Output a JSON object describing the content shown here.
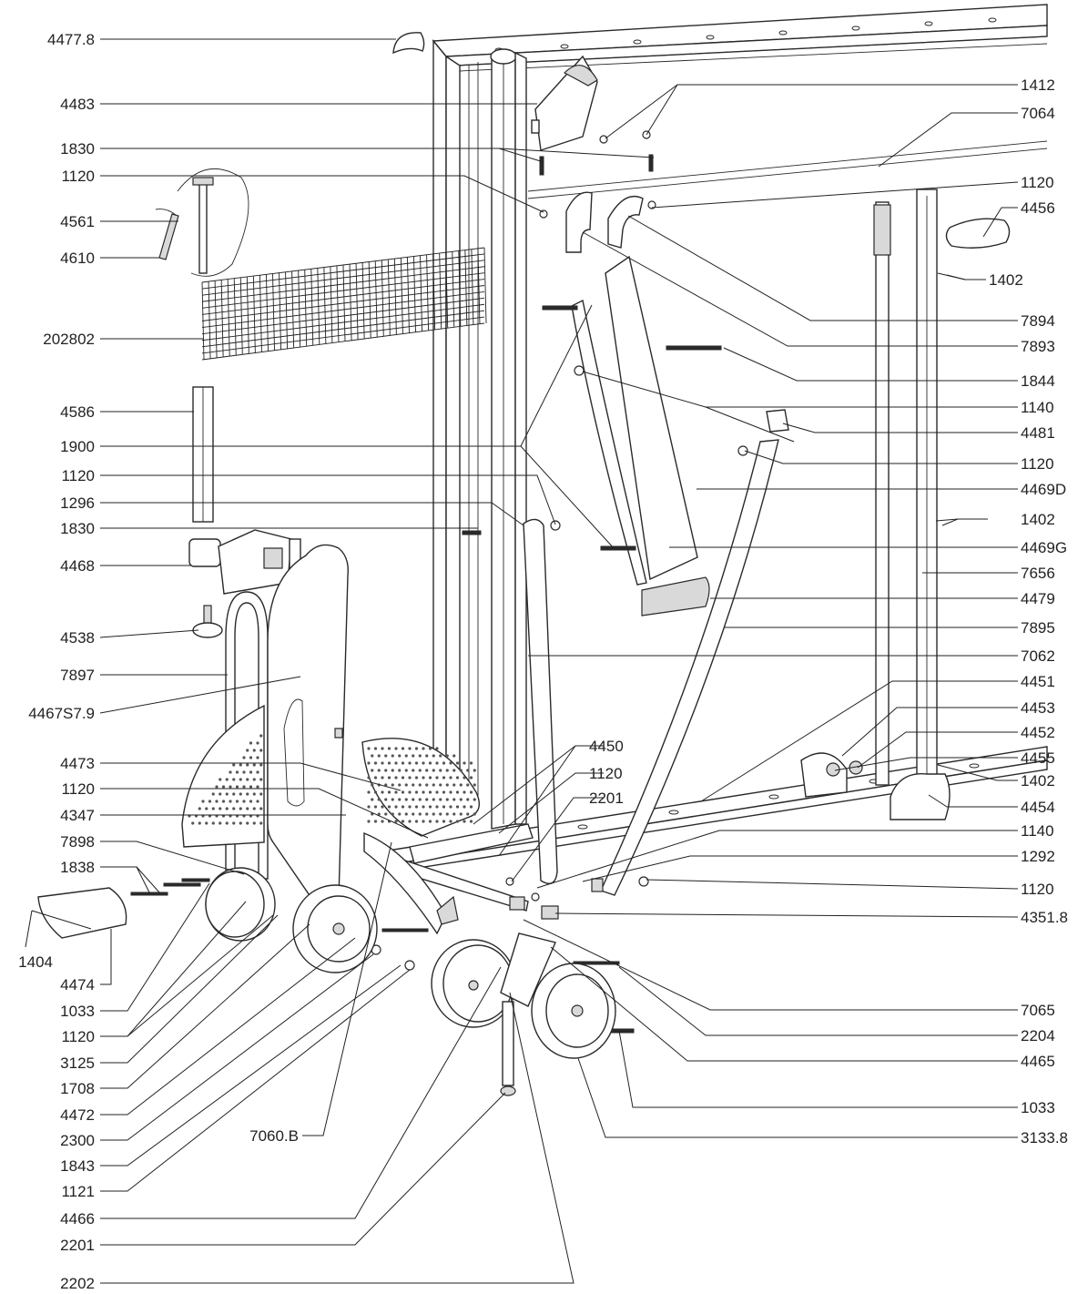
{
  "diagram": {
    "labels_left": [
      {
        "id": "l01",
        "text": "4477.8"
      },
      {
        "id": "l02",
        "text": "4483"
      },
      {
        "id": "l03",
        "text": "1830"
      },
      {
        "id": "l04",
        "text": "1120"
      },
      {
        "id": "l05",
        "text": "4561"
      },
      {
        "id": "l06",
        "text": "4610"
      },
      {
        "id": "l07",
        "text": "202802"
      },
      {
        "id": "l08",
        "text": "4586"
      },
      {
        "id": "l09",
        "text": "1900"
      },
      {
        "id": "l10",
        "text": "1120"
      },
      {
        "id": "l11",
        "text": "1296"
      },
      {
        "id": "l12",
        "text": "1830"
      },
      {
        "id": "l13",
        "text": "4468"
      },
      {
        "id": "l14",
        "text": "4538"
      },
      {
        "id": "l15",
        "text": "7897"
      },
      {
        "id": "l16",
        "text": "4467S7.9"
      },
      {
        "id": "l17",
        "text": "4473"
      },
      {
        "id": "l18",
        "text": "1120"
      },
      {
        "id": "l19",
        "text": "4347"
      },
      {
        "id": "l20",
        "text": "7898"
      },
      {
        "id": "l21",
        "text": "1838"
      },
      {
        "id": "l22",
        "text": "1404"
      },
      {
        "id": "l23",
        "text": "4474"
      },
      {
        "id": "l24",
        "text": "1033"
      },
      {
        "id": "l25",
        "text": "1120"
      },
      {
        "id": "l26",
        "text": "3125"
      },
      {
        "id": "l27",
        "text": "1708"
      },
      {
        "id": "l28",
        "text": "4472"
      },
      {
        "id": "l29",
        "text": "2300"
      },
      {
        "id": "l30",
        "text": "1843"
      },
      {
        "id": "l31",
        "text": "1121"
      },
      {
        "id": "l32",
        "text": "4466"
      },
      {
        "id": "l33",
        "text": "2201"
      },
      {
        "id": "l34",
        "text": "2202"
      },
      {
        "id": "l35",
        "text": "7060.B"
      }
    ],
    "labels_center": [
      {
        "id": "c01",
        "text": "4450"
      },
      {
        "id": "c02",
        "text": "1120"
      },
      {
        "id": "c03",
        "text": "2201"
      }
    ],
    "labels_right": [
      {
        "id": "r01",
        "text": "1412"
      },
      {
        "id": "r02",
        "text": "7064"
      },
      {
        "id": "r03",
        "text": "1120"
      },
      {
        "id": "r04",
        "text": "4456"
      },
      {
        "id": "r05",
        "text": "1402"
      },
      {
        "id": "r06",
        "text": "7894"
      },
      {
        "id": "r07",
        "text": "7893"
      },
      {
        "id": "r08",
        "text": "1844"
      },
      {
        "id": "r09",
        "text": "1140"
      },
      {
        "id": "r10",
        "text": "4481"
      },
      {
        "id": "r11",
        "text": "1120"
      },
      {
        "id": "r12",
        "text": "4469D"
      },
      {
        "id": "r13",
        "text": "1402"
      },
      {
        "id": "r14",
        "text": "4469G"
      },
      {
        "id": "r15",
        "text": "7656"
      },
      {
        "id": "r16",
        "text": "4479"
      },
      {
        "id": "r17",
        "text": "7895"
      },
      {
        "id": "r18",
        "text": "7062"
      },
      {
        "id": "r19",
        "text": "4451"
      },
      {
        "id": "r20",
        "text": "4453"
      },
      {
        "id": "r21",
        "text": "4452"
      },
      {
        "id": "r22",
        "text": "4455"
      },
      {
        "id": "r23",
        "text": "1402"
      },
      {
        "id": "r24",
        "text": "4454"
      },
      {
        "id": "r25",
        "text": "1140"
      },
      {
        "id": "r26",
        "text": "1292"
      },
      {
        "id": "r27",
        "text": "1120"
      },
      {
        "id": "r28",
        "text": "4351.8"
      },
      {
        "id": "r29",
        "text": "7065"
      },
      {
        "id": "r30",
        "text": "2204"
      },
      {
        "id": "r31",
        "text": "4465"
      },
      {
        "id": "r32",
        "text": "1033"
      },
      {
        "id": "r33",
        "text": "3133.8"
      }
    ]
  }
}
